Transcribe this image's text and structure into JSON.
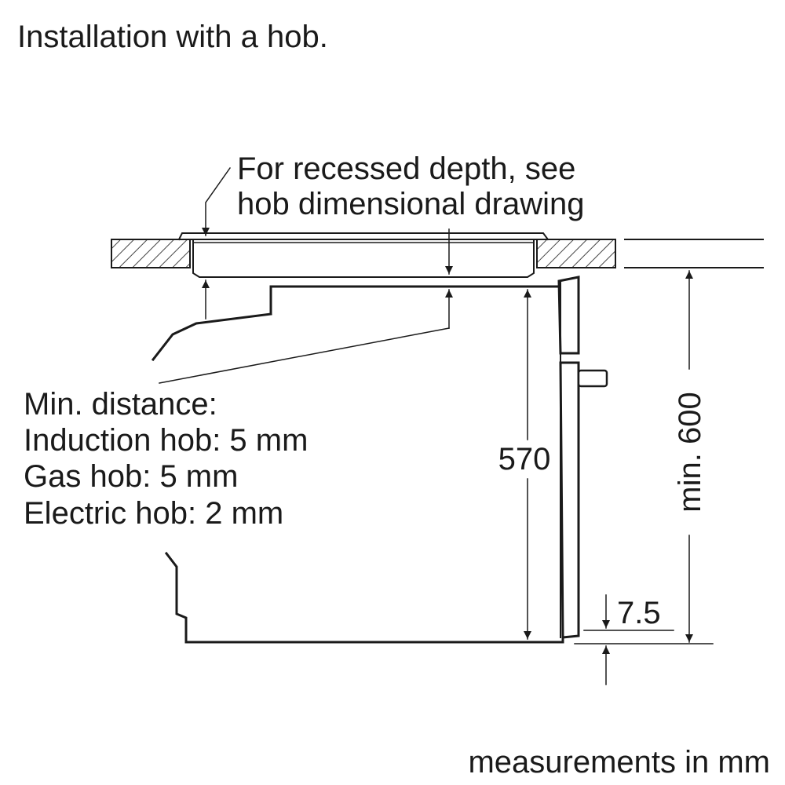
{
  "title": "Installation with a hob.",
  "callout": {
    "line1": "For recessed depth, see",
    "line2": "hob dimensional drawing"
  },
  "min_distance": {
    "heading": "Min. distance:",
    "induction": "Induction hob: 5 mm",
    "gas": "Gas hob: 5 mm",
    "electric": "Electric hob: 2 mm"
  },
  "dimensions": {
    "oven_height": "570",
    "niche_height": "min. 600",
    "plinth_offset": "7.5"
  },
  "footer": "measurements in mm"
}
